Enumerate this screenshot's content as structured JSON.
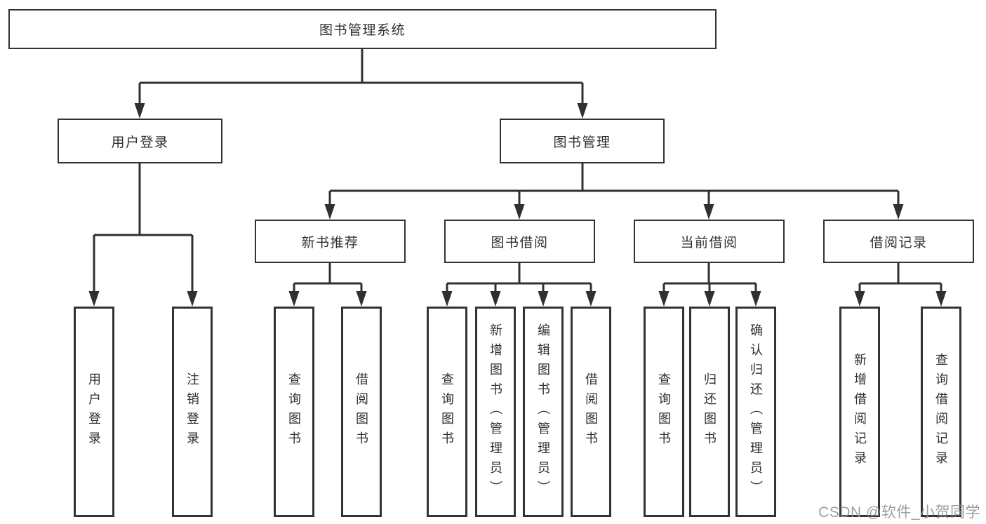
{
  "colors": {
    "line": "#303030",
    "box_border": "#333333",
    "box_background": "#ffffff",
    "text": "#2f2f2f",
    "watermark": "#949494"
  },
  "watermark": {
    "label": "CSDN @软件_小贺同学"
  },
  "tree": {
    "root": {
      "label": "图书管理系统",
      "children": [
        {
          "label": "用户登录",
          "children": [
            {
              "label": "用户登录"
            },
            {
              "label": "注销登录"
            }
          ]
        },
        {
          "label": "图书管理",
          "children": [
            {
              "label": "新书推荐",
              "children": [
                {
                  "label": "查询图书"
                },
                {
                  "label": "借阅图书"
                }
              ]
            },
            {
              "label": "图书借阅",
              "children": [
                {
                  "label": "查询图书"
                },
                {
                  "label": "新增图书（管理员）"
                },
                {
                  "label": "编辑图书（管理员）"
                },
                {
                  "label": "借阅图书"
                }
              ]
            },
            {
              "label": "当前借阅",
              "children": [
                {
                  "label": "查询图书"
                },
                {
                  "label": "归还图书"
                },
                {
                  "label": "确认归还（管理员）"
                }
              ]
            },
            {
              "label": "借阅记录",
              "children": [
                {
                  "label": "新增借阅记录"
                },
                {
                  "label": "查询借阅记录"
                }
              ]
            }
          ]
        }
      ]
    }
  }
}
